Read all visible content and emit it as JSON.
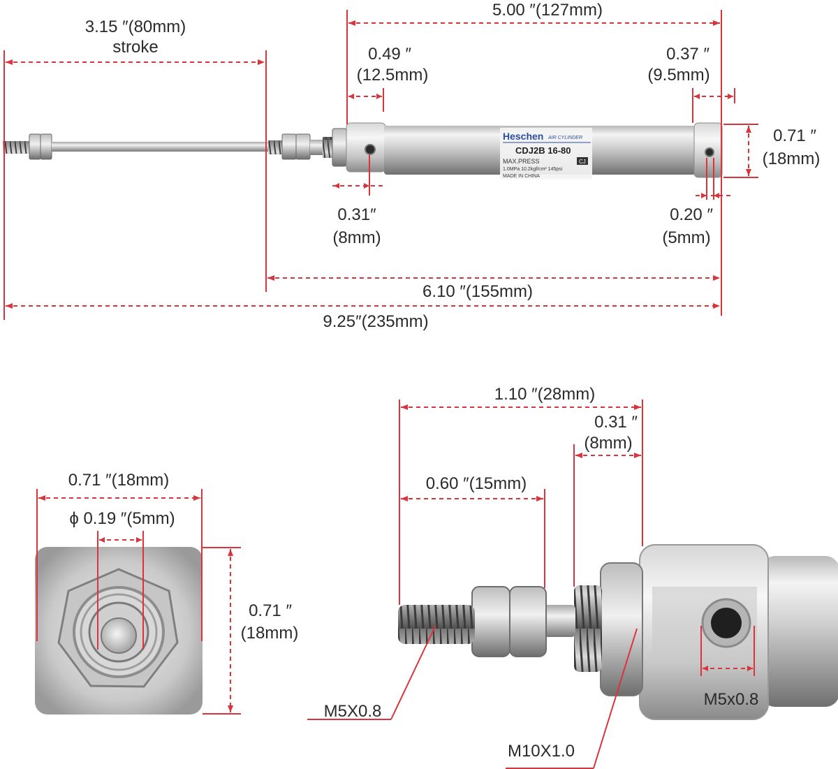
{
  "colors": {
    "dimension_line": "#d9343c",
    "text": "#2a2a2a",
    "metal_light": "#e6e6e6",
    "metal_dark": "#8e8e8e",
    "brand_blue": "#2b4ea0"
  },
  "cylinder_label": {
    "brand": "Heschen",
    "brand_sub": "AIR CYLINDER",
    "model": "CDJ2B 16-80",
    "press_title": "MAX.PRESS",
    "cj_badge": "CJ",
    "press_values": "1.0MPa 10.2kgf/cm²   145psi",
    "origin": "MADE IN CHINA"
  },
  "top_view": {
    "stroke_dim": "3.15 ″(80mm)",
    "stroke_label": "stroke",
    "body_length": "5.00 ″(127mm)",
    "front_port_in": "0.49 ″",
    "front_port_mm": "(12.5mm)",
    "rear_port_in": "0.37 ″",
    "rear_port_mm": "(9.5mm)",
    "diameter_in": "0.71 ″",
    "diameter_mm": "(18mm)",
    "front_hole_in": "0.31″",
    "front_hole_mm": "(8mm)",
    "rear_hole_in": "0.20 ″",
    "rear_hole_mm": "(5mm)",
    "retracted_length": "6.10 ″(155mm)",
    "total_length": "9.25″(235mm)"
  },
  "end_view": {
    "width": "0.71 ″(18mm)",
    "rod_diameter": "ϕ 0.19 ″(5mm)",
    "height_in": "0.71 ″",
    "height_mm": "(18mm)"
  },
  "detail_view": {
    "rod_length": "1.10 ″(28mm)",
    "neck_in": "0.31 ″",
    "neck_mm": "(8mm)",
    "thread_length": "0.60 ″(15mm)",
    "rod_thread": "M5X0.8",
    "mount_thread": "M10X1.0",
    "port_thread": "M5x0.8"
  }
}
